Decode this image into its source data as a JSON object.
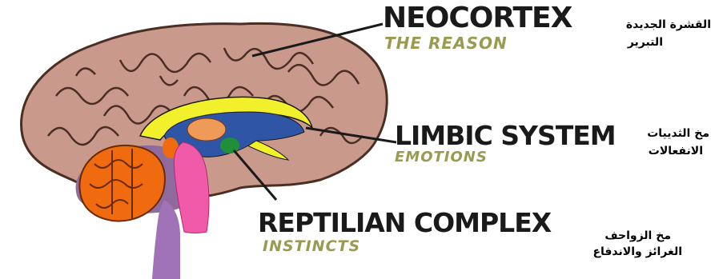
{
  "labels": {
    "neocortex": {
      "title": "NEOCORTEX",
      "subtitle": "THE REASON",
      "arabic_line1": "القشرة الجديدة",
      "arabic_line2": "التبرير"
    },
    "limbic": {
      "title": "LIMBIC SYSTEM",
      "subtitle": "EMOTIONS",
      "arabic_line1": "مخ الثدييات",
      "arabic_line2": "الانفعالات"
    },
    "reptilian": {
      "title": "REPTILIAN COMPLEX",
      "subtitle": "INSTINCTS",
      "arabic_line1": "مخ الزواحف",
      "arabic_line2": "الغرائز والاندفاع"
    }
  },
  "colors": {
    "cortex": "#c99a8c",
    "cortex_outline": "#4a2e24",
    "limbic_yellow": "#f2f02a",
    "limbic_blue": "#2f56a6",
    "thalamus_orange": "#f09a5a",
    "amygdala_green": "#1f8f3a",
    "cerebellum": "#f06a10",
    "brainstem": "#f05aa8",
    "spinal": "#a072b8",
    "subtitle": "#9a9a50"
  }
}
